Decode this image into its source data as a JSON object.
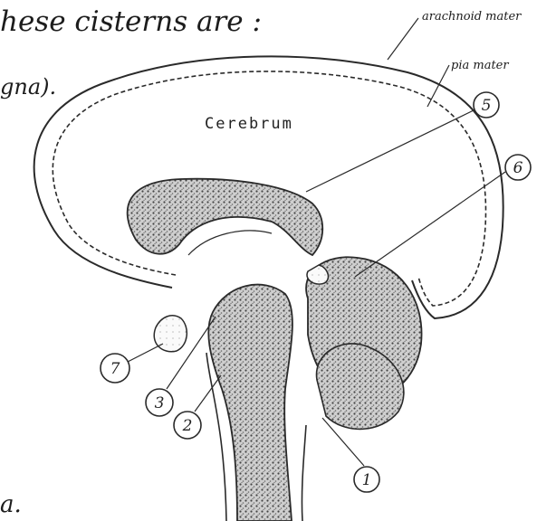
{
  "page": {
    "heading_fragment": "hese cisterns are :",
    "left_fragment_1": "gna).",
    "left_fragment_2": "a."
  },
  "diagram": {
    "labels": {
      "cerebrum": "Cerebrum",
      "arachnoid": "arachnoid mater",
      "pia": "pia mater"
    },
    "callouts": [
      "5",
      "6",
      "7",
      "3",
      "2",
      "1"
    ]
  },
  "colors": {
    "ink": "#2a2a2a",
    "stipple": "#6e6e6e",
    "background": "#ffffff"
  }
}
